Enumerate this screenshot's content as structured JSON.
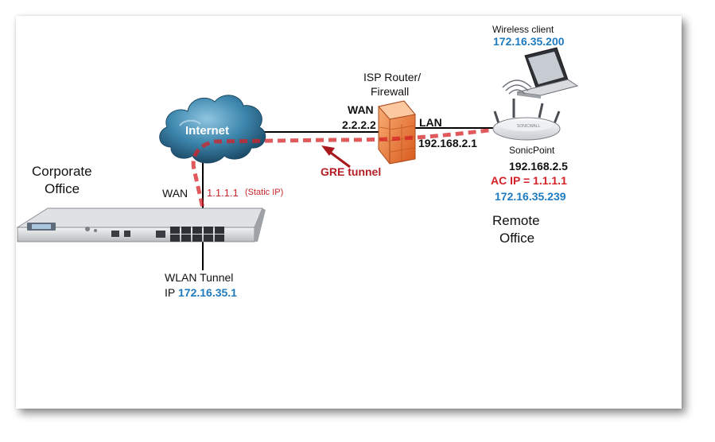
{
  "corporate": {
    "title_line1": "Corporate",
    "title_line2": "Office",
    "wan_label": "WAN",
    "wan_ip": "1.1.1.1",
    "wan_note": "(Static IP)",
    "tunnel_label_line1": "WLAN Tunnel",
    "tunnel_ip_prefix": "IP",
    "tunnel_ip": "172.16.35.1"
  },
  "internet": {
    "label": "Internet"
  },
  "gre": {
    "label": "GRE tunnel"
  },
  "isp": {
    "title_line1": "ISP Router/",
    "title_line2": "Firewall",
    "wan_label": "WAN",
    "wan_ip": "2.2.2.2",
    "lan_label": "LAN",
    "lan_ip": "192.168.2.1"
  },
  "sonicpoint": {
    "name": "SonicPoint",
    "ip": "192.168.2.5",
    "ac_ip": "AC IP = 1.1.1.1",
    "tunnel_ip": "172.16.35.239"
  },
  "wireless": {
    "label": "Wireless client",
    "ip": "172.16.35.200"
  },
  "remote": {
    "title_line1": "Remote",
    "title_line2": "Office"
  },
  "colors": {
    "tunnel_red": "#d42127",
    "ip_blue": "#1f7bbf",
    "cloud_blue": "#2f6f93",
    "firewall_orange": "#e8772e"
  }
}
